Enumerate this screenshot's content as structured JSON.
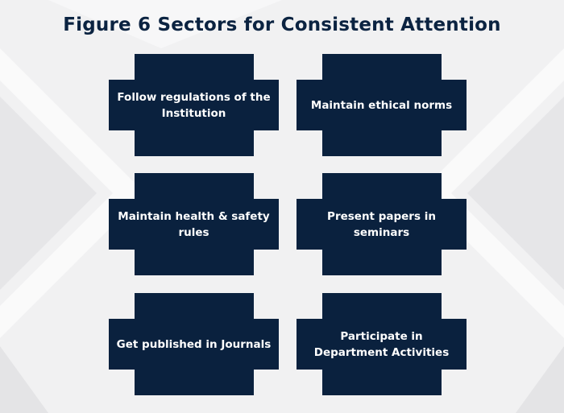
{
  "title": "Figure 6 Sectors for Consistent Attention",
  "items": [
    {
      "label": "Follow regulations of the Institution"
    },
    {
      "label": "Maintain ethical norms"
    },
    {
      "label": "Maintain health & safety rules"
    },
    {
      "label": "Present papers in seminars"
    },
    {
      "label": "Get published in Journals"
    },
    {
      "label": "Participate in Department Activities"
    }
  ],
  "colors": {
    "box": "#0a213e",
    "title": "#0b2341",
    "background": "#f1f1f2"
  }
}
